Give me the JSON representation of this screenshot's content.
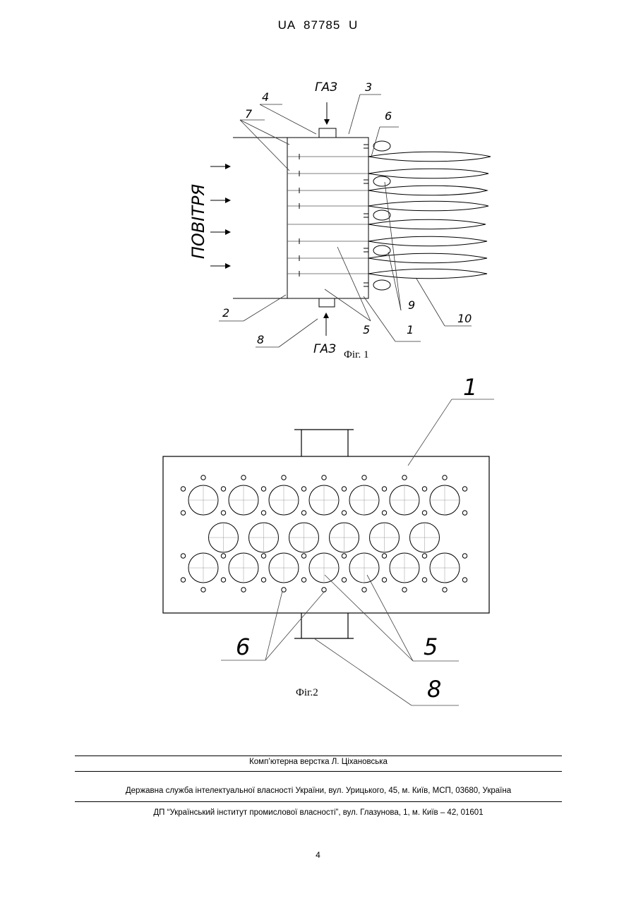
{
  "header": {
    "patent_id": "UA   87785   U"
  },
  "figure1": {
    "caption": "Фіг. 1",
    "label_gas_top": "ГАЗ",
    "label_gas_bottom": "ГАЗ",
    "label_air": "ПОВІТРЯ",
    "ref_numbers": [
      "1",
      "2",
      "3",
      "4",
      "5",
      "6",
      "7",
      "8",
      "9",
      "10"
    ]
  },
  "figure2": {
    "caption": "Фіг.2",
    "ref_numbers": [
      "1",
      "5",
      "6",
      "8"
    ]
  },
  "footer": {
    "layout_credit": "Комп’ютерна верстка Л. Ціхановська",
    "agency": "Державна служба інтелектуальної власності України, вул. Урицького, 45, м. Київ, МСП, 03680, Україна",
    "institute": "ДП “Український інститут промислової власності”, вул. Глазунова, 1, м. Київ – 42, 01601"
  },
  "page_number": "4"
}
